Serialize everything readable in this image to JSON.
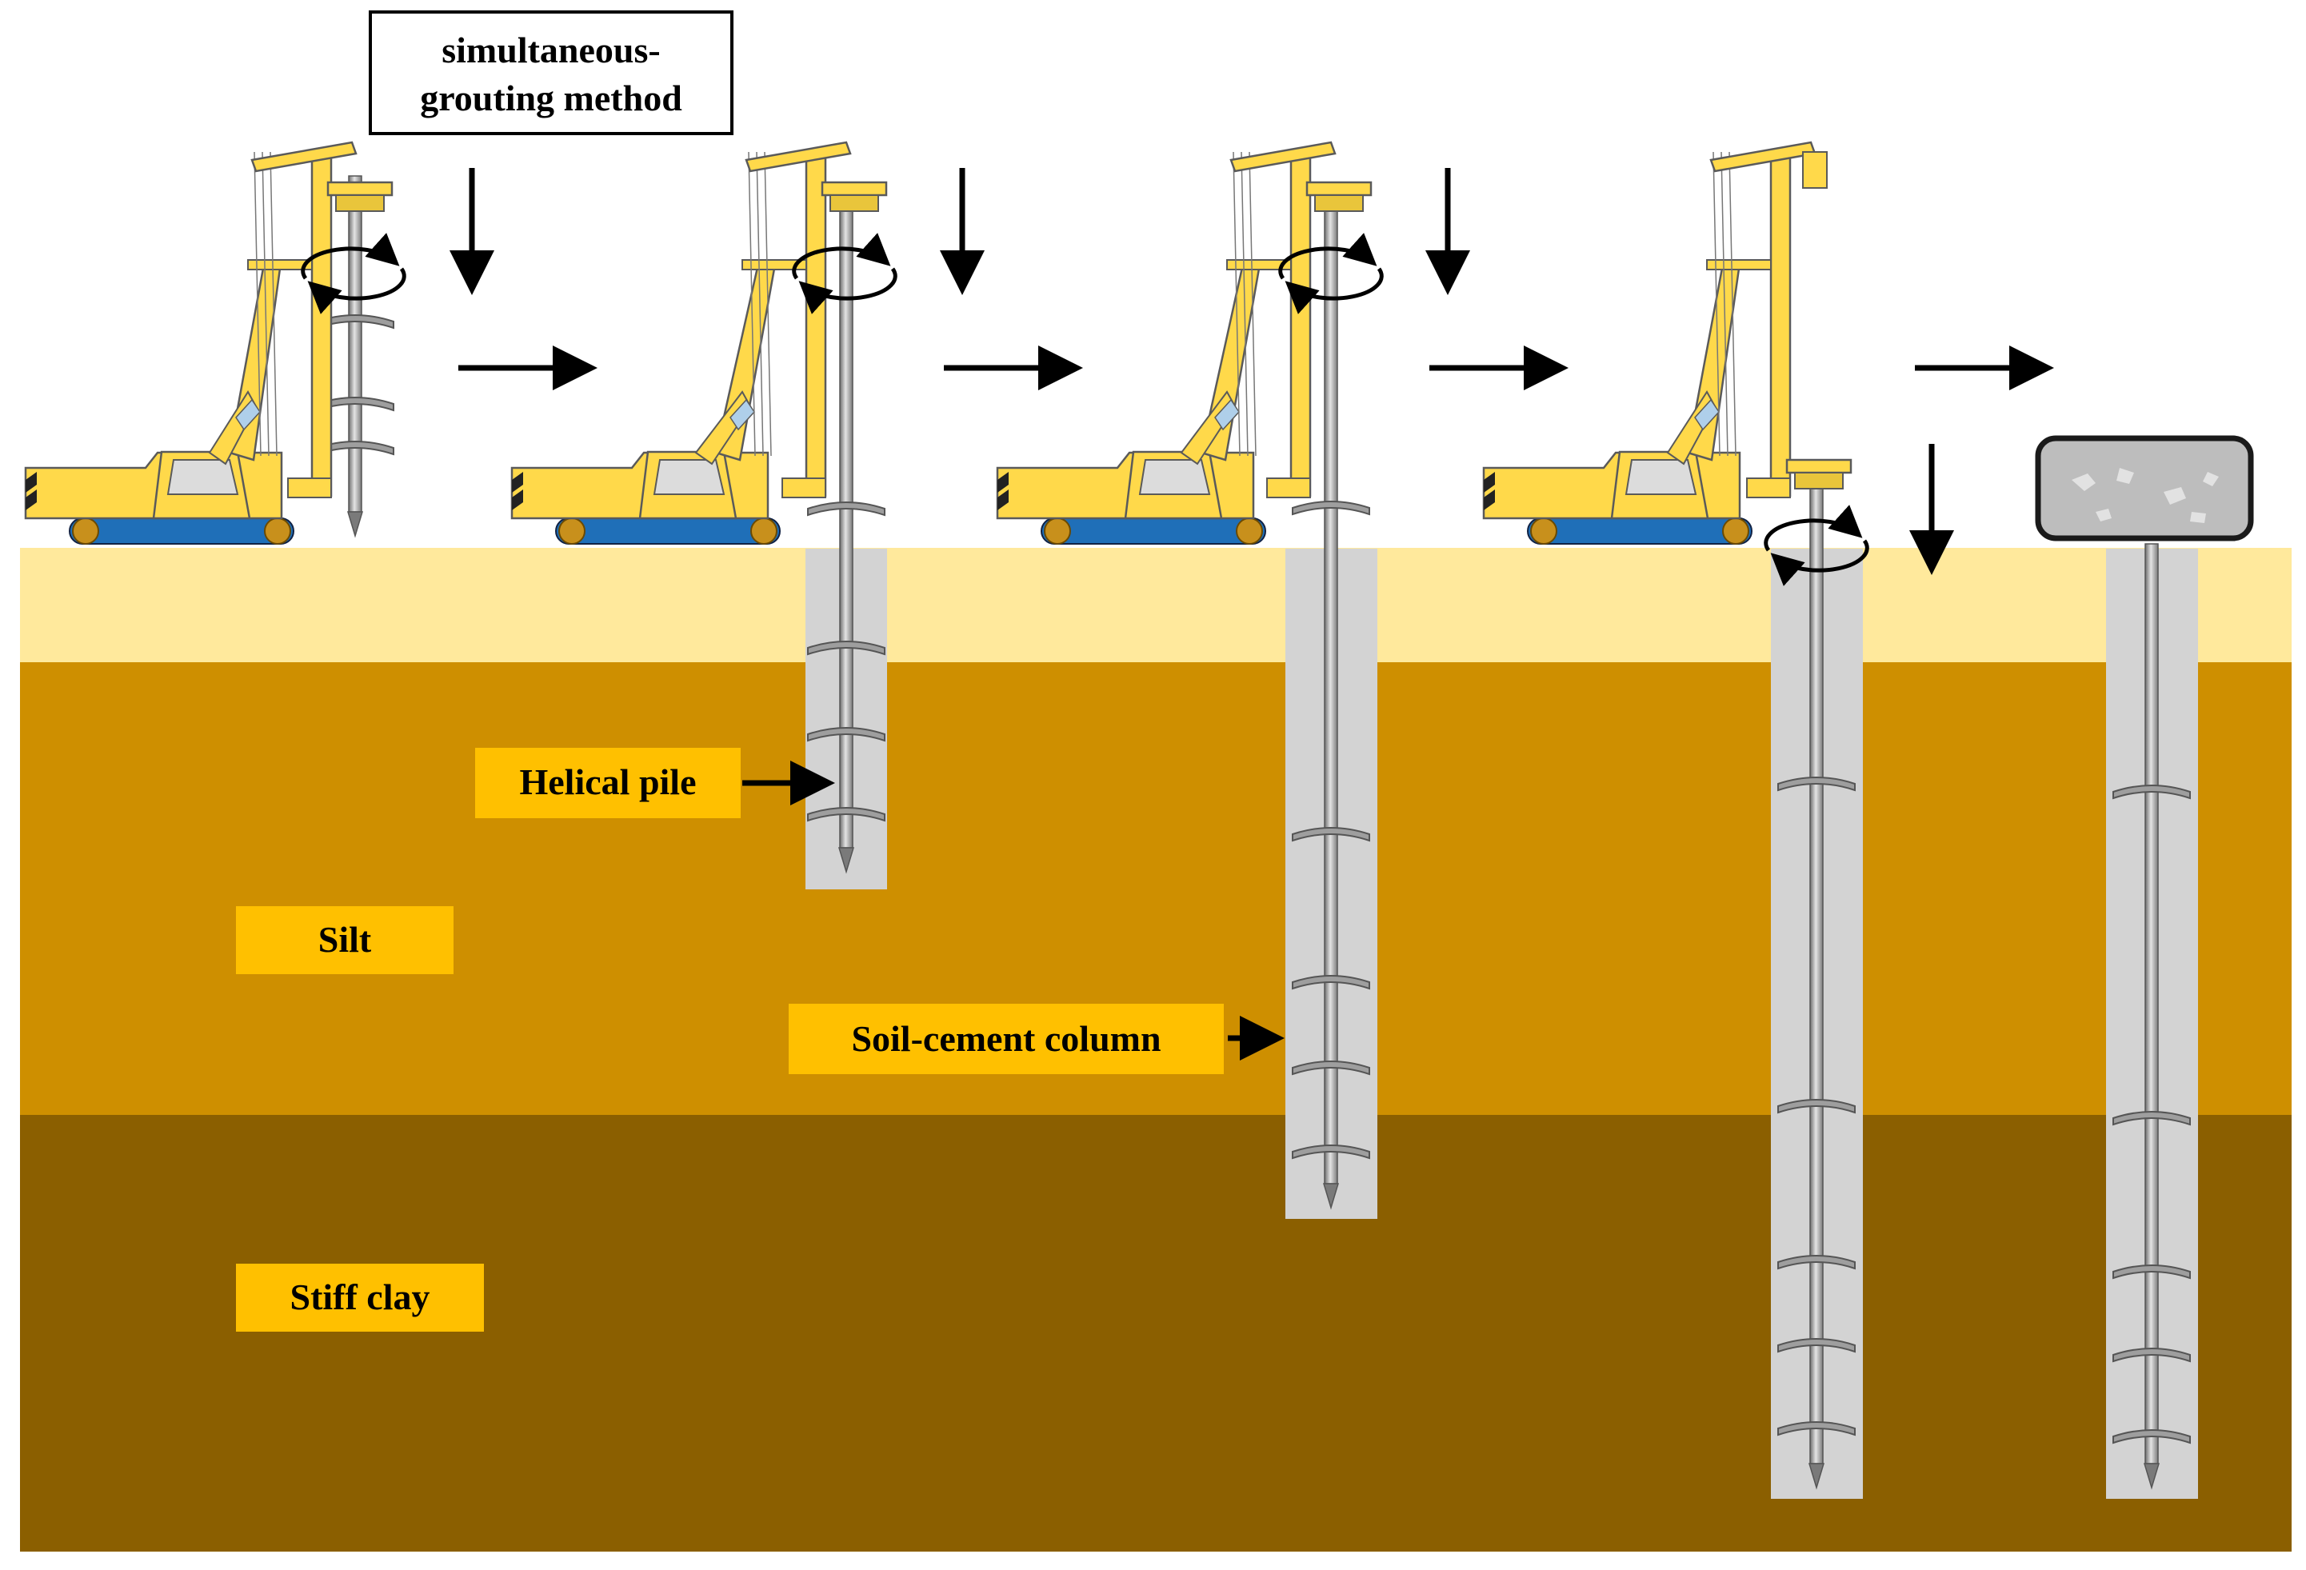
{
  "method_box": {
    "line1": "simultaneous-",
    "line2": "grouting method"
  },
  "labels": {
    "helical_pile": "Helical pile",
    "soil_cement_column": "Soil-cement column",
    "silt": "Silt",
    "stiff_clay": "Stiff clay"
  },
  "colors": {
    "topsoil": "#FFE99C",
    "silt": "#CE8F00",
    "stiff_clay": "#8B5F00",
    "label_bg": "#FFC000",
    "rig_yellow": "#FFD94A",
    "rig_outline": "#5A5A5A",
    "track_blue": "#1F6FB8",
    "wheel": "#C8901C",
    "column_grey": "#D3D3D3",
    "pile_steel": "#8E8E8E",
    "cap_grey": "#BFBFBF"
  }
}
